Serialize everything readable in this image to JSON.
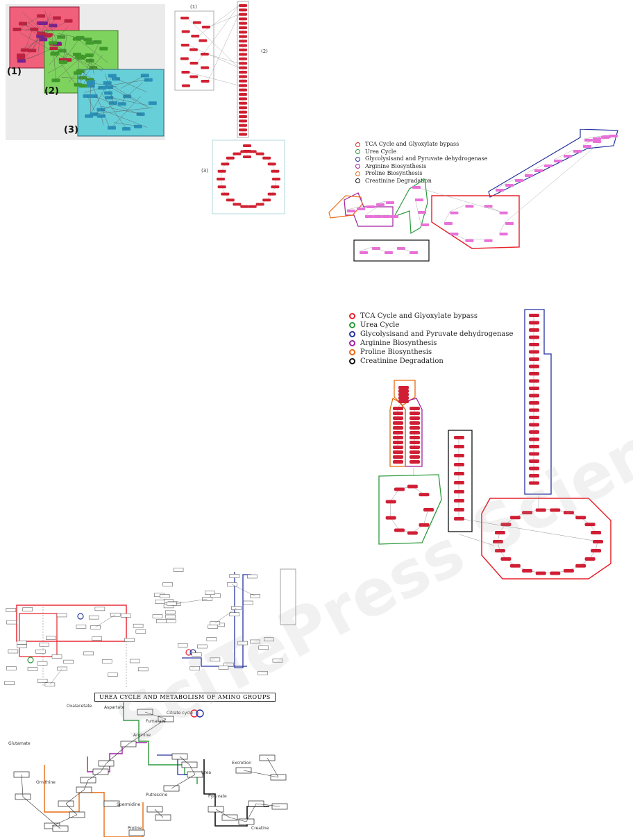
{
  "figure_a": {
    "region_labels": [
      "(1)",
      "(2)",
      "(3)"
    ],
    "region_colors": [
      "#f0607a",
      "#7ed35f",
      "#67cfd8"
    ]
  },
  "figure_b": {
    "labels": [
      "(1)",
      "(2)",
      "(3)"
    ]
  },
  "legend": {
    "items": [
      {
        "label": "TCA Cycle and Glyoxylate bypass",
        "color": "#e8202a"
      },
      {
        "label": "Urea Cycle",
        "color": "#2b9a3b"
      },
      {
        "label": "Glycolysisand and Pyruvate dehydrogenase",
        "color": "#2433a0"
      },
      {
        "label": "Arginine Biosynthesis",
        "color": "#a020a0"
      },
      {
        "label": "Proline Biosynthesis",
        "color": "#e86a10"
      },
      {
        "label": "Creatinine Degradation",
        "color": "#111111"
      }
    ]
  },
  "kegg_map": {
    "title": "UREA CYCLE AND METABOLISM OF AMINO GROUPS",
    "labels": [
      "Citrate cycle",
      "Arginine",
      "Ornithine",
      "Urea",
      "Spermidine",
      "Putrescine",
      "Proline",
      "Creatine",
      "Excretion",
      "Fumarate",
      "Oxalacetate",
      "Aspartate",
      "Glutamate",
      "Pyruvate"
    ]
  },
  "watermark": "SciTePress Science and Technology Publications"
}
